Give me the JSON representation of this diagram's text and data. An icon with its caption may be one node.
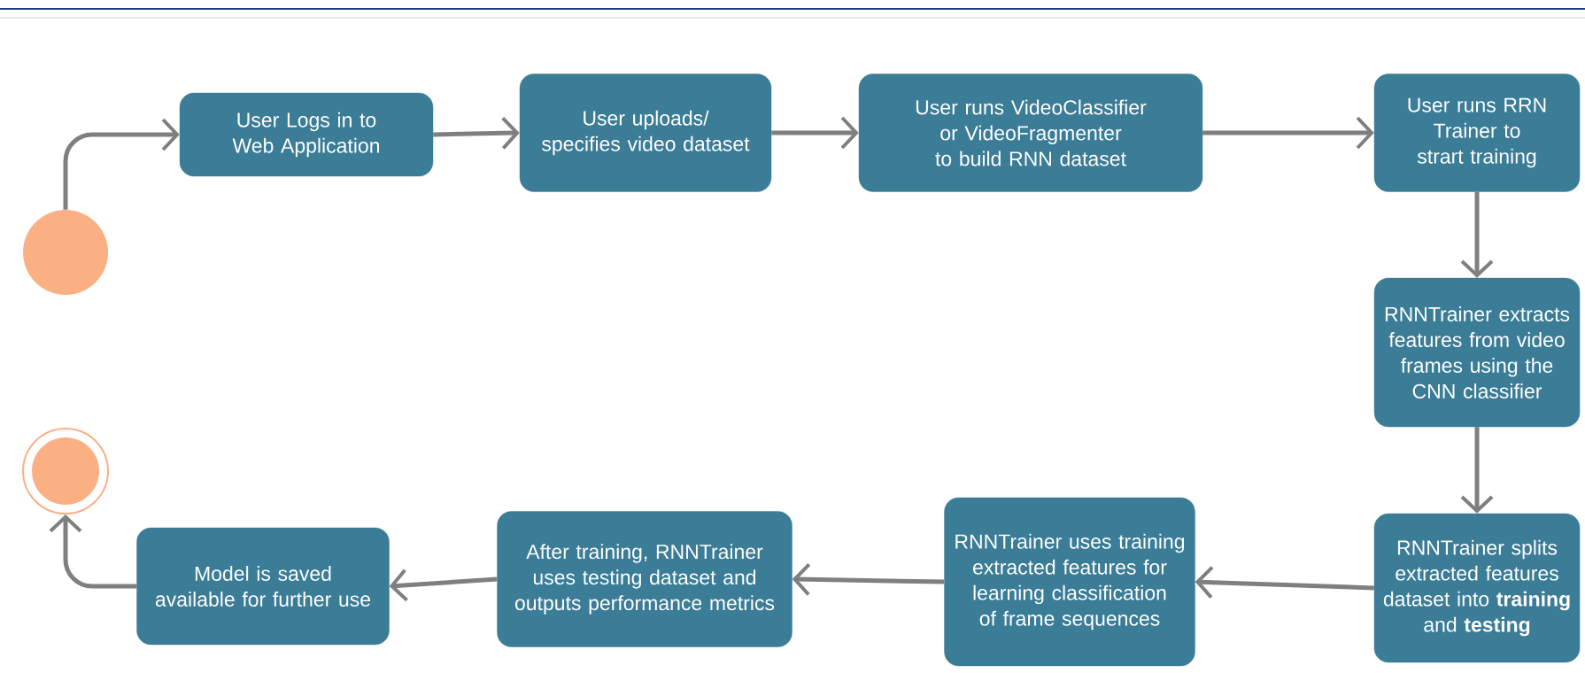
{
  "diagram": {
    "nodes": [
      {
        "text": [],
        "shape": "circle"
      },
      {
        "text": [
          "User Logs in to Web Application"
        ]
      },
      {
        "text": [
          "User uploads/ specifies video dataset"
        ]
      },
      {
        "text": [
          "User runs VideoClassifier or VideoFragmenter to build RNN dataset"
        ]
      },
      {
        "text": [
          "User runs RRN Trainer to strart training"
        ]
      },
      {
        "text": [
          "RNNTrainer extracts features from video frames using the CNN classifier"
        ]
      },
      {
        "text": [
          "RNNTrainer splits extracted features dataset into **training** and **testing**"
        ]
      },
      {
        "text": [
          "RNNTrainer uses training extracted features for learning classification of frame sequences"
        ]
      },
      {
        "text": [
          "After training, RNNTrainer uses testing dataset and outputs performance metrics"
        ]
      },
      {
        "text": [
          "Model is saved available for further use"
        ]
      },
      {
        "text": [],
        "shape": "circle"
      }
    ],
    "edges": [
      {
        "from": 0,
        "to": 1,
        "arrow": "to"
      },
      {
        "from": 1,
        "to": 2,
        "arrow": "to"
      },
      {
        "from": 2,
        "to": 3,
        "arrow": "to"
      },
      {
        "from": 3,
        "to": 4,
        "arrow": "to"
      },
      {
        "from": 4,
        "to": 5,
        "arrow": "to"
      },
      {
        "from": 5,
        "to": 6,
        "arrow": "to"
      },
      {
        "from": 6,
        "to": 7,
        "arrow": "to"
      },
      {
        "from": 7,
        "to": 8,
        "arrow": "to"
      },
      {
        "from": 8,
        "to": 9,
        "arrow": "to"
      },
      {
        "from": 9,
        "to": 10,
        "arrow": "to"
      }
    ]
  }
}
